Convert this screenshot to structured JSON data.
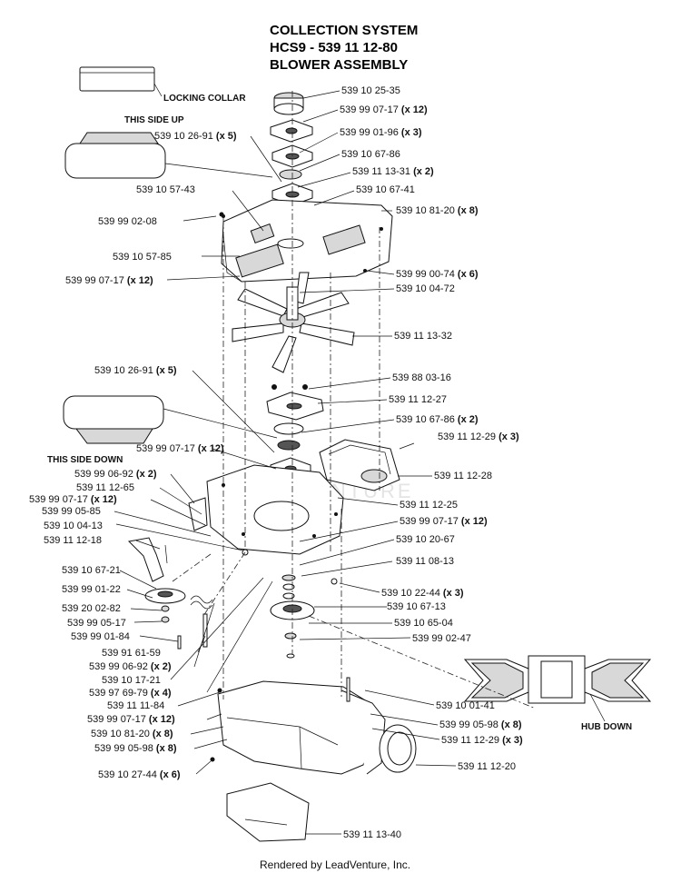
{
  "header": {
    "line1": "COLLECTION SYSTEM",
    "line2": "HCS9 - 539 11 12-80",
    "line3": "BLOWER ASSEMBLY"
  },
  "notes": {
    "locking_collar": "LOCKING COLLAR",
    "this_side_up": "THIS SIDE UP",
    "this_side_down": "THIS SIDE DOWN",
    "hub_down": "HUB DOWN"
  },
  "parts": [
    {
      "num": "539 10 25-35",
      "qty": ""
    },
    {
      "num": "539 99 07-17",
      "qty": "(x 12)"
    },
    {
      "num": "539 10 26-91",
      "qty": "(x 5)"
    },
    {
      "num": "539 99 01-96",
      "qty": "(x 3)"
    },
    {
      "num": "539 10 67-86",
      "qty": ""
    },
    {
      "num": "539 11 13-31",
      "qty": "(x 2)"
    },
    {
      "num": "539 10 57-43",
      "qty": ""
    },
    {
      "num": "539 10 67-41",
      "qty": ""
    },
    {
      "num": "539 10 81-20",
      "qty": "(x 8)"
    },
    {
      "num": "539 99 02-08",
      "qty": ""
    },
    {
      "num": "539 10 57-85",
      "qty": ""
    },
    {
      "num": "539 99 00-74",
      "qty": "(x 6)"
    },
    {
      "num": "539 99 07-17",
      "qty": "(x 12)"
    },
    {
      "num": "539 10 04-72",
      "qty": ""
    },
    {
      "num": "539 11 13-32",
      "qty": ""
    },
    {
      "num": "539 10 26-91",
      "qty": "(x 5)"
    },
    {
      "num": "539 88 03-16",
      "qty": ""
    },
    {
      "num": "539 11 12-27",
      "qty": ""
    },
    {
      "num": "539 10 67-86",
      "qty": "(x 2)"
    },
    {
      "num": "539 11 12-29",
      "qty": "(x 3)"
    },
    {
      "num": "539 99 07-17",
      "qty": "(x 12)"
    },
    {
      "num": "539 99 06-92",
      "qty": "(x 2)"
    },
    {
      "num": "539 11 12-28",
      "qty": ""
    },
    {
      "num": "539 11 12-65",
      "qty": ""
    },
    {
      "num": "539 99 07-17",
      "qty": "(x 12)"
    },
    {
      "num": "539 11 12-25",
      "qty": ""
    },
    {
      "num": "539 99 05-85",
      "qty": ""
    },
    {
      "num": "539 10 04-13",
      "qty": ""
    },
    {
      "num": "539 99 07-17",
      "qty": "(x 12)"
    },
    {
      "num": "539 11 12-18",
      "qty": ""
    },
    {
      "num": "539 10 20-67",
      "qty": ""
    },
    {
      "num": "539 11 08-13",
      "qty": ""
    },
    {
      "num": "539 10 67-21",
      "qty": ""
    },
    {
      "num": "539 99 01-22",
      "qty": ""
    },
    {
      "num": "539 10 22-44",
      "qty": "(x 3)"
    },
    {
      "num": "539 20 02-82",
      "qty": ""
    },
    {
      "num": "539 10 67-13",
      "qty": ""
    },
    {
      "num": "539 99 05-17",
      "qty": ""
    },
    {
      "num": "539 10 65-04",
      "qty": ""
    },
    {
      "num": "539 99 01-84",
      "qty": ""
    },
    {
      "num": "539 99 02-47",
      "qty": ""
    },
    {
      "num": "539 91 61-59",
      "qty": ""
    },
    {
      "num": "539 99 06-92",
      "qty": "(x 2)"
    },
    {
      "num": "539 10 17-21",
      "qty": ""
    },
    {
      "num": "539 97 69-79",
      "qty": "(x 4)"
    },
    {
      "num": "539 11 11-84",
      "qty": ""
    },
    {
      "num": "539 99 07-17",
      "qty": "(x 12)"
    },
    {
      "num": "539 10 81-20",
      "qty": "(x 8)"
    },
    {
      "num": "539 99 05-98",
      "qty": "(x 8)"
    },
    {
      "num": "539 10 01-41",
      "qty": ""
    },
    {
      "num": "539 99 05-98",
      "qty": "(x 8)"
    },
    {
      "num": "539 11 12-29",
      "qty": "(x 3)"
    },
    {
      "num": "539 10 27-44",
      "qty": "(x 6)"
    },
    {
      "num": "539 11 12-20",
      "qty": ""
    },
    {
      "num": "539 11 13-40",
      "qty": ""
    }
  ],
  "watermark": "LEADVENTURE",
  "footer": "Rendered by LeadVenture, Inc."
}
